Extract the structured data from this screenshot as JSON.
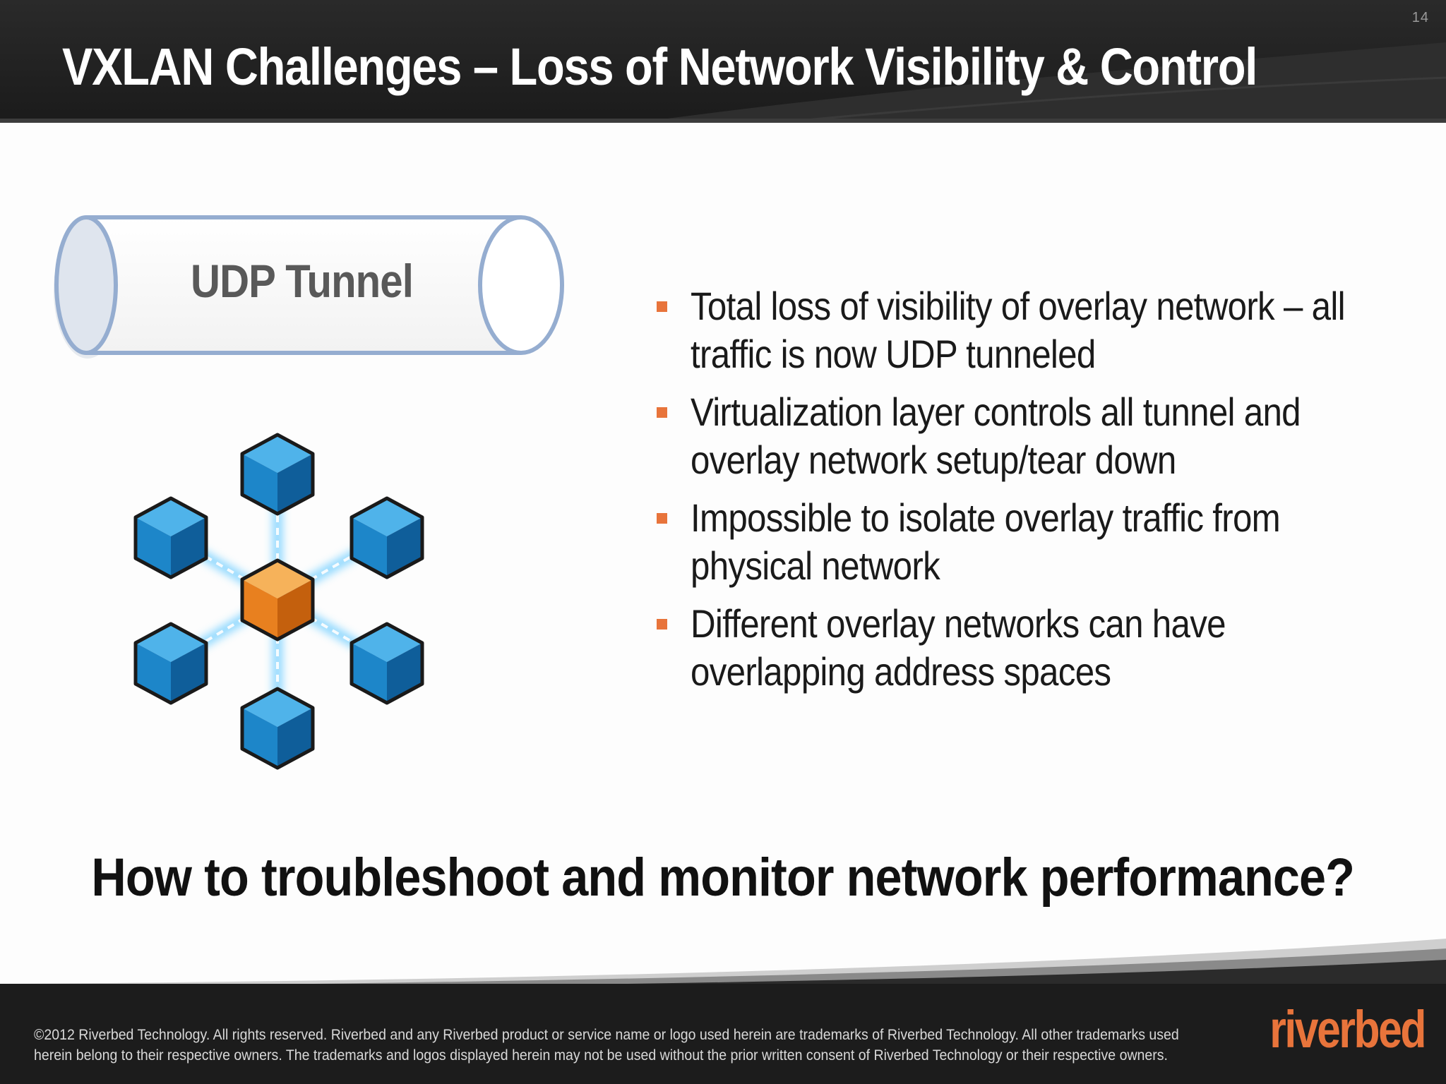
{
  "slide": {
    "number": "14",
    "title": "VXLAN Challenges – Loss of Network Visibility & Control"
  },
  "diagram": {
    "tunnel_label": "UDP Tunnel",
    "hub_icon": "orange-cube-icon",
    "node_icon": "blue-cube-icon"
  },
  "bullets": [
    "Total loss of visibility of overlay network – all traffic is now UDP tunneled",
    "Virtualization layer controls all tunnel and overlay network setup/tear down",
    "Impossible to isolate overlay traffic from physical network",
    "Different overlay networks can have overlapping address spaces"
  ],
  "question": "How to troubleshoot and monitor network performance?",
  "footer": {
    "copyright_line1": "©2012 Riverbed Technology. All rights reserved. Riverbed and any Riverbed product or service name or logo used herein are trademarks of Riverbed Technology. All other trademarks used",
    "copyright_line2": "herein belong to their respective owners. The trademarks and logos displayed herein may not be used without the prior written consent of Riverbed Technology or their respective owners.",
    "logo": "riverbed"
  },
  "colors": {
    "accent": "#e8743b",
    "header": "#1f1f1f",
    "tunnel_stroke": "#95add0",
    "cube_blue": "#1a7fc4",
    "cube_orange": "#e8801f"
  }
}
